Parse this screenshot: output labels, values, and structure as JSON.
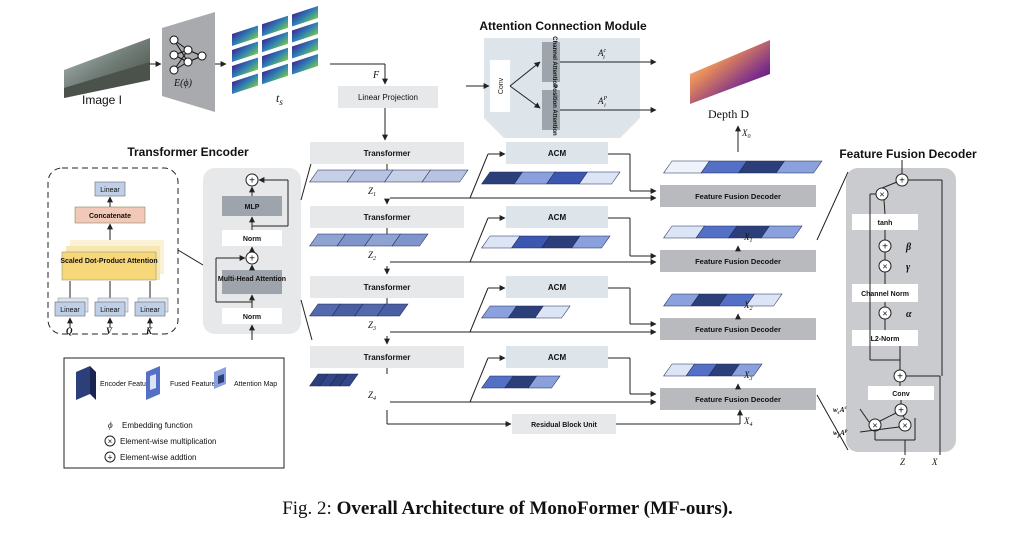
{
  "figure": {
    "caption_prefix": "Fig. 2:",
    "caption_title": "Overall Architecture of MonoFormer (MF-ours)."
  },
  "inputs": {
    "image_label": "Image I",
    "embedding_label": "E(ϕ)",
    "tokens_label": "t",
    "tokens_sub": "s",
    "feature_label": "F",
    "linear_projection": "Linear Projection"
  },
  "acm_module": {
    "title": "Attention Connection Module",
    "conv": "Conv",
    "channel_attention": "Channel Attention",
    "position_attention": "Position Attention",
    "channel_symbol": "A",
    "channel_sup": "c",
    "channel_sub": "i",
    "position_symbol": "A",
    "position_sup": "P",
    "position_sub": "i"
  },
  "depth_label": "Depth D",
  "encoder": {
    "title": "Transformer Encoder",
    "mlp": "MLP",
    "norm": "Norm",
    "mha": "Multi-Head Attention",
    "norm2": "Norm",
    "attn_linear": "Linear",
    "attn_concat": "Concatenate",
    "attn_sdp": "Scaled Dot-Product Attention",
    "attn_linear_q": "Linear",
    "attn_linear_v": "Linear",
    "attn_linear_k": "Linear",
    "q": "Q",
    "v": "V",
    "k": "K"
  },
  "pipeline": {
    "transformer": "Transformer",
    "acm": "ACM",
    "ffd": "Feature Fusion Decoder",
    "residual": "Residual Block Unit",
    "z_labels": [
      "Z",
      "Z",
      "Z",
      "Z"
    ],
    "z_subs": [
      "1",
      "2",
      "3",
      "4"
    ],
    "x_labels": [
      "X",
      "X",
      "X",
      "X",
      "X"
    ],
    "x_subs": [
      "0",
      "1",
      "2",
      "3",
      "4"
    ]
  },
  "decoder": {
    "title": "Feature Fusion Decoder",
    "tanh": "tanh",
    "gamma": "γ",
    "beta": "β",
    "alpha": "α",
    "channel_norm": "Channel Norm",
    "l2norm": "L2-Norm",
    "conv": "Conv",
    "wc": "w",
    "wc_sub": "c",
    "wc_tail": "A",
    "wc_sup": "c",
    "wp": "w",
    "wp_sub": "p",
    "wp_tail": "A",
    "wp_sup": "p",
    "z": "Z",
    "x": "X"
  },
  "legend": {
    "encoder_feature": "Encoder Feature",
    "fused_feature": "Fused Feature",
    "attention_map": "Attention Map",
    "phi": "ϕ",
    "phi_desc": "Embedding function",
    "mult_desc": "Element-wise multiplication",
    "add_desc": "Element-wise addtion"
  },
  "colors": {
    "light_box": "#e7e8ea",
    "dark_box": "#c9cbce",
    "attention_yellow": "#f6d77a",
    "concat_salmon": "#f2c9b8",
    "linear_blue": "#bfcfe6",
    "navy": "#2c3f7a",
    "blue": "#5470c6",
    "pale_blue": "#dbe5f5"
  }
}
